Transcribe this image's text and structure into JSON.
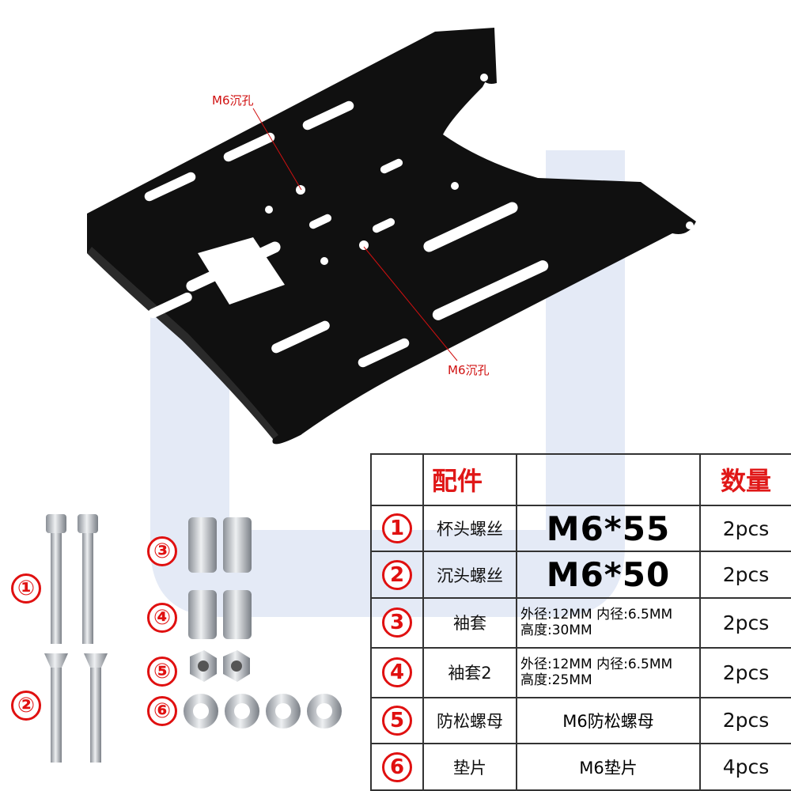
{
  "callouts": {
    "top": "M6沉孔",
    "bottom": "M6沉孔"
  },
  "parts_markers": [
    "①",
    "②",
    "③",
    "④",
    "⑤",
    "⑥"
  ],
  "table": {
    "header_part": "配件",
    "header_qty": "数量",
    "rows": [
      {
        "num": "1",
        "name": "杯头螺丝",
        "spec": "M6*55",
        "qty": "2pcs"
      },
      {
        "num": "2",
        "name": "沉头螺丝",
        "spec": "M6*50",
        "qty": "2pcs"
      },
      {
        "num": "3",
        "name": "袖套",
        "spec_line1": "外径:12MM 内径:6.5MM",
        "spec_line2": "高度:30MM",
        "qty": "2pcs"
      },
      {
        "num": "4",
        "name": "袖套2",
        "spec_line1": "外径:12MM 内径:6.5MM",
        "spec_line2": "高度:25MM",
        "qty": "2pcs"
      },
      {
        "num": "5",
        "name": "防松螺母",
        "spec": "M6防松螺母",
        "qty": "2pcs"
      },
      {
        "num": "6",
        "name": "垫片",
        "spec": "M6垫片",
        "qty": "4pcs"
      }
    ]
  },
  "colors": {
    "accent_red": "#e01010",
    "rack_black": "#111111",
    "watermark_blue": "#dfe6f4"
  }
}
